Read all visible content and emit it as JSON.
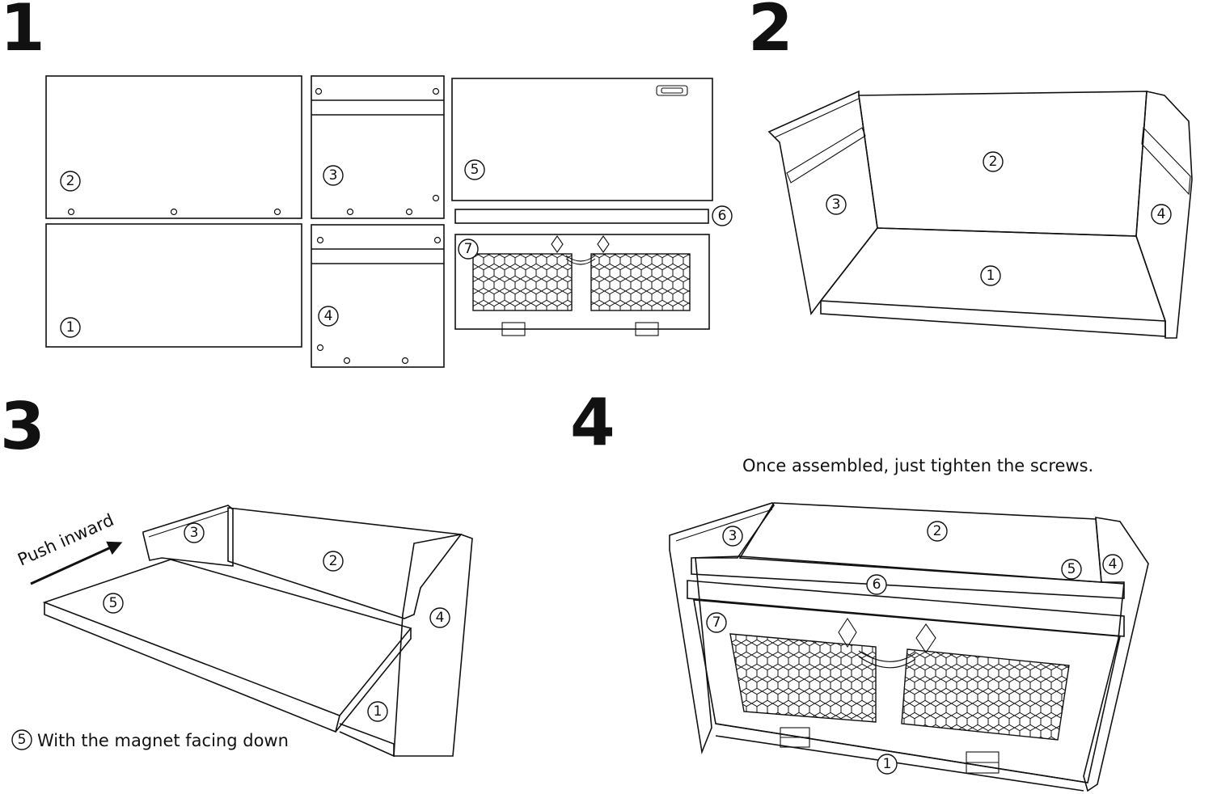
{
  "steps": [
    {
      "number": "1"
    },
    {
      "number": "2"
    },
    {
      "number": "3"
    },
    {
      "number": "4"
    }
  ],
  "part_labels": {
    "p1": "1",
    "p2": "2",
    "p3": "3",
    "p4": "4",
    "p5": "5",
    "p6": "6",
    "p7": "7"
  },
  "notes": {
    "push_inward": "Push inward",
    "magnet_circle": "5",
    "magnet_text": "With the magnet facing down",
    "assembled": "Once assembled, just tighten the screws."
  }
}
